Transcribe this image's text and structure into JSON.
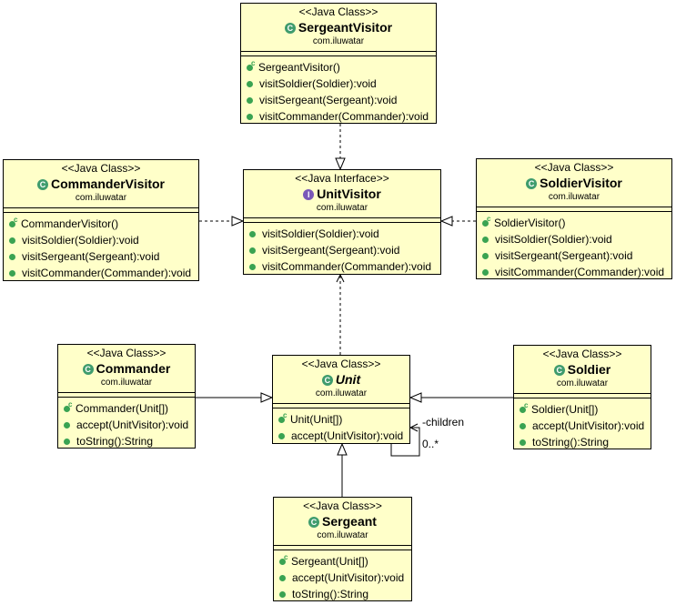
{
  "colors": {
    "box_fill": "#ffffc9",
    "class_icon": "#3f9c6d",
    "interface_icon": "#7a58b8",
    "method_dot": "#3aa352"
  },
  "sergeant_visitor": {
    "stereotype": "<<Java Class>>",
    "name": "SergeantVisitor",
    "package": "com.iluwatar",
    "members": [
      "SergeantVisitor()",
      "visitSoldier(Soldier):void",
      "visitSergeant(Sergeant):void",
      "visitCommander(Commander):void"
    ]
  },
  "commander_visitor": {
    "stereotype": "<<Java Class>>",
    "name": "CommanderVisitor",
    "package": "com.iluwatar",
    "members": [
      "CommanderVisitor()",
      "visitSoldier(Soldier):void",
      "visitSergeant(Sergeant):void",
      "visitCommander(Commander):void"
    ]
  },
  "unit_visitor": {
    "stereotype": "<<Java Interface>>",
    "name": "UnitVisitor",
    "package": "com.iluwatar",
    "members": [
      "visitSoldier(Soldier):void",
      "visitSergeant(Sergeant):void",
      "visitCommander(Commander):void"
    ]
  },
  "soldier_visitor": {
    "stereotype": "<<Java Class>>",
    "name": "SoldierVisitor",
    "package": "com.iluwatar",
    "members": [
      "SoldierVisitor()",
      "visitSoldier(Soldier):void",
      "visitSergeant(Sergeant):void",
      "visitCommander(Commander):void"
    ]
  },
  "commander": {
    "stereotype": "<<Java Class>>",
    "name": "Commander",
    "package": "com.iluwatar",
    "members": [
      "Commander(Unit[])",
      "accept(UnitVisitor):void",
      "toString():String"
    ]
  },
  "unit": {
    "stereotype": "<<Java Class>>",
    "name": "Unit",
    "package": "com.iluwatar",
    "members": [
      "Unit(Unit[])",
      "accept(UnitVisitor):void"
    ]
  },
  "soldier": {
    "stereotype": "<<Java Class>>",
    "name": "Soldier",
    "package": "com.iluwatar",
    "members": [
      "Soldier(Unit[])",
      "accept(UnitVisitor):void",
      "toString():String"
    ]
  },
  "sergeant": {
    "stereotype": "<<Java Class>>",
    "name": "Sergeant",
    "package": "com.iluwatar",
    "members": [
      "Sergeant(Unit[])",
      "accept(UnitVisitor):void",
      "toString():String"
    ]
  },
  "association": {
    "role": "-children",
    "multiplicity": "0..*"
  }
}
